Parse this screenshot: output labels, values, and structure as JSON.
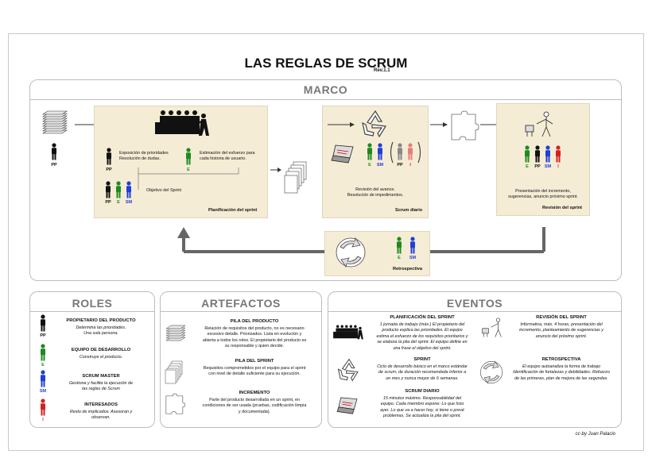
{
  "title": "LAS REGLAS DE SCRUM",
  "revision": "Rev.1.1",
  "marco": {
    "heading": "MARCO",
    "top_left_label": "PP",
    "planning": {
      "caption": "Planificación del sprint",
      "line1": "Exposición de prioridades",
      "line2": "Resolución de dudas.",
      "estimate1": "Estimación del esfuerzo para",
      "estimate2": "cada historia de usuario.",
      "goal": "Objetivo del Sprint",
      "pp": "PP",
      "e": "E",
      "sm": "SM"
    },
    "daily": {
      "caption": "Scrum diario",
      "line1": "Revisión del avance.",
      "line2": "Resolución de impedimentos.",
      "e": "E",
      "sm": "SM",
      "pp": "PP",
      "i": "I"
    },
    "review": {
      "caption": "Revisión del sprint",
      "line1": "Presentación del incremento,",
      "line2": "sugerencias, anuncio próximo sprint.",
      "e": "E",
      "pp": "PP",
      "sm": "SM",
      "i": "I"
    },
    "retro": {
      "caption": "Retrospectiva",
      "e": "E",
      "sm": "SM"
    }
  },
  "roles": {
    "heading": "ROLES",
    "items": [
      {
        "badge": "PP",
        "title": "PROPIETARIO DEL PRODUCTO",
        "line1": "Determina las prioridades.",
        "line2": "Una sola persona.",
        "color": "#111111"
      },
      {
        "badge": "E",
        "title": "EQUIPO DE DESARROLLO",
        "line1": "Construye el producto.",
        "line2": "",
        "color": "#1e8a1e"
      },
      {
        "badge": "SM",
        "title": "SCRUM MASTER",
        "line1": "Gestiona y facilita la ejecución de",
        "line2": "las reglas de Scrum",
        "color": "#1f3fd6"
      },
      {
        "badge": "I",
        "title": "INTERESADOS",
        "line1": "Resto de implicados. Asesoran y",
        "line2": "observan.",
        "color": "#d62020"
      }
    ]
  },
  "artefactos": {
    "heading": "ARTEFACTOS",
    "items": [
      {
        "title": "PILA DEL PRODUCTO",
        "l1": "Relación de requisitos del producto, no es necesario",
        "l2": "excesivo detalle. Priorizados. Lista en evolución y",
        "l3": "abierta a todos los roles.  El propietario del producto es",
        "l4": "su responsable y quien decide."
      },
      {
        "title": "PILA DEL SPRINT",
        "l1": "Requisitos comprometidos por el equipo para el sprint",
        "l2": "con nivel de detalle suficiente para su ejecución.",
        "l3": "",
        "l4": ""
      },
      {
        "title": "INCREMENTO",
        "l1": "Parte del producto desarrollada en un sprint, en",
        "l2": "condiciones de ser usada (pruebas, codificación limpia",
        "l3": "y documentada).",
        "l4": ""
      }
    ]
  },
  "eventos": {
    "heading": "EVENTOS",
    "left": [
      {
        "title": "PLANIFICACIÓN DEL SPRINT",
        "l1": "1 jornada de trabajo (máx.)  El propietario del",
        "l2": "producto explica las prioridades. El equipo",
        "l3": "estima el esfuerzo de los requisitos prioritarios y",
        "l4": "se elabora la pila del sprint. El equipo define en",
        "l5": "una frase el objetivo del sprint."
      },
      {
        "title": "SPRINT",
        "l1": "Ciclo de desarrollo básico en el marco estándar",
        "l2": "de scrum, de duración recomendada inferior a",
        "l3": "un mes y nunca mayor de 6 semanas.",
        "l4": "",
        "l5": ""
      },
      {
        "title": "SCRUM DIARIO",
        "l1": "15 minutos máximo. Responsabilidad del",
        "l2": "equipo. Cada miembro expone: Lo que hizo",
        "l3": "ayer. Lo que va a hacer hoy, si tiene o prevé",
        "l4": "problemas. Se actualiza la pila del sprint.",
        "l5": ""
      }
    ],
    "right": [
      {
        "title": "REVISIÓN DEL SPRINT",
        "l1": "Informativa, máx. 4 horas, presentación del",
        "l2": "incremento, planteamiento de sugerencias y",
        "l3": "anuncio del próximo sprint."
      },
      {
        "title": "RETROSPECTIVA",
        "l1": "El equipo autoanaliza  la forma de trabajo",
        "l2": "Identificación de fortalezas y debilidades. Refuerzo",
        "l3": "de las primeras, plan de mejora de las segundas."
      }
    ]
  },
  "footer": "cc-by Juan Palacio",
  "colors": {
    "pp": "#111111",
    "e": "#1e8a1e",
    "sm": "#1f3fd6",
    "i": "#d62020",
    "box": "#f5ecd5"
  }
}
